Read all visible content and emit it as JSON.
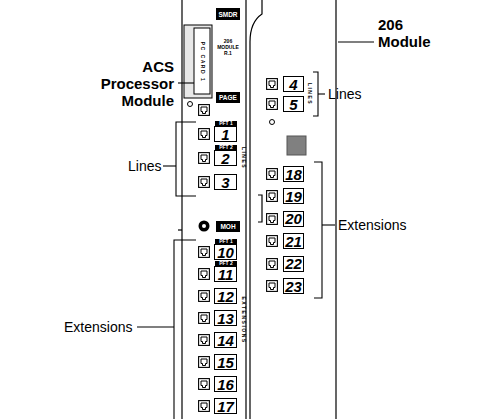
{
  "diagram": {
    "nodes": [
      {
        "text": [
          "ACS Processor Module"
        ]
      },
      {
        "text": [
          "SMDR"
        ],
        "in": 0
      },
      {
        "text": [
          "PAGE"
        ],
        "in": 0
      },
      {
        "text": [
          "1"
        ],
        "in": 0
      },
      {
        "text": [
          "2"
        ],
        "in": 0
      },
      {
        "text": [
          "3"
        ],
        "in": 0
      },
      {
        "text": [
          "MOH"
        ],
        "in": 0
      },
      {
        "text": [
          "10"
        ],
        "in": 0
      },
      {
        "text": [
          "11"
        ],
        "in": 0
      },
      {
        "text": [
          "12"
        ],
        "in": 0
      },
      {
        "text": [
          "13"
        ],
        "in": 0
      },
      {
        "text": [
          "14"
        ],
        "in": 0
      },
      {
        "text": [
          "15"
        ],
        "in": 0
      },
      {
        "text": [
          "16"
        ],
        "in": 0
      },
      {
        "text": [
          "17"
        ],
        "in": 0
      },
      {
        "text": [
          "206 Module"
        ]
      },
      {
        "text": [
          "4"
        ],
        "in": 15
      },
      {
        "text": [
          "5"
        ],
        "in": 15
      },
      {
        "text": [
          "18"
        ],
        "in": 15
      },
      {
        "text": [
          "19"
        ],
        "in": 15
      },
      {
        "text": [
          "20"
        ],
        "in": 15
      },
      {
        "text": [
          "21"
        ],
        "in": 15
      },
      {
        "text": [
          "22"
        ],
        "in": 15
      },
      {
        "text": [
          "23"
        ],
        "in": 15
      }
    ],
    "labels": [
      "Lines",
      "Extensions",
      "Lines",
      "Extensions",
      "PFT 1",
      "PFT 2",
      "PFT 1",
      "PFT 2",
      "LINES",
      "EXTENSIONS",
      "LINES",
      "PC CARD 1",
      "206 MODULE R.1"
    ]
  }
}
